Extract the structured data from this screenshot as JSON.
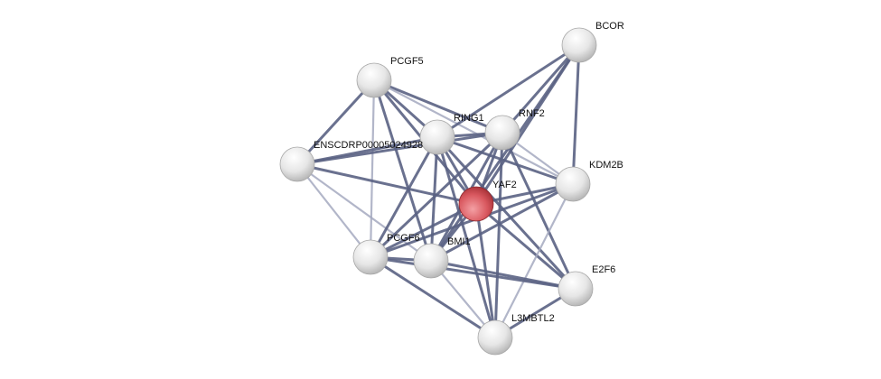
{
  "network": {
    "query_node": "YAF2",
    "colors": {
      "edge": "#5a6283",
      "edge_light": "#a4a9c0",
      "node": "#e8e8e8",
      "query_node": "#d9585f"
    },
    "nodes": [
      {
        "id": "BCOR",
        "label": "BCOR"
      },
      {
        "id": "PCGF5",
        "label": "PCGF5"
      },
      {
        "id": "RING1",
        "label": "RING1"
      },
      {
        "id": "RNF2",
        "label": "RNF2"
      },
      {
        "id": "ENS",
        "label": "ENSCDRP00005024928"
      },
      {
        "id": "KDM2B",
        "label": "KDM2B"
      },
      {
        "id": "YAF2",
        "label": "YAF2"
      },
      {
        "id": "PCGF6",
        "label": "PCGF6"
      },
      {
        "id": "BMI1",
        "label": "BMI1"
      },
      {
        "id": "E2F6",
        "label": "E2F6"
      },
      {
        "id": "L3MBTL2",
        "label": "L3MBTL2"
      }
    ],
    "edges": [
      [
        "PCGF5",
        "ENS",
        1
      ],
      [
        "PCGF5",
        "PCGF6",
        0
      ],
      [
        "PCGF5",
        "RING1",
        1
      ],
      [
        "PCGF5",
        "RNF2",
        1
      ],
      [
        "PCGF5",
        "YAF2",
        1
      ],
      [
        "PCGF5",
        "BMI1",
        1
      ],
      [
        "PCGF5",
        "KDM2B",
        0
      ],
      [
        "BCOR",
        "RING1",
        1
      ],
      [
        "BCOR",
        "RNF2",
        1
      ],
      [
        "BCOR",
        "YAF2",
        1
      ],
      [
        "BCOR",
        "KDM2B",
        1
      ],
      [
        "BCOR",
        "BMI1",
        1
      ],
      [
        "ENS",
        "RING1",
        1
      ],
      [
        "ENS",
        "RNF2",
        1
      ],
      [
        "ENS",
        "YAF2",
        1
      ],
      [
        "ENS",
        "PCGF6",
        0
      ],
      [
        "ENS",
        "BMI1",
        0
      ],
      [
        "RING1",
        "RNF2",
        1
      ],
      [
        "RING1",
        "YAF2",
        1
      ],
      [
        "RING1",
        "PCGF6",
        1
      ],
      [
        "RING1",
        "BMI1",
        1
      ],
      [
        "RING1",
        "KDM2B",
        1
      ],
      [
        "RING1",
        "E2F6",
        1
      ],
      [
        "RING1",
        "L3MBTL2",
        1
      ],
      [
        "RNF2",
        "YAF2",
        1
      ],
      [
        "RNF2",
        "PCGF6",
        1
      ],
      [
        "RNF2",
        "BMI1",
        1
      ],
      [
        "RNF2",
        "KDM2B",
        0
      ],
      [
        "RNF2",
        "E2F6",
        1
      ],
      [
        "RNF2",
        "L3MBTL2",
        1
      ],
      [
        "YAF2",
        "KDM2B",
        1
      ],
      [
        "YAF2",
        "PCGF6",
        1
      ],
      [
        "YAF2",
        "BMI1",
        1
      ],
      [
        "YAF2",
        "E2F6",
        1
      ],
      [
        "YAF2",
        "L3MBTL2",
        1
      ],
      [
        "KDM2B",
        "PCGF6",
        1
      ],
      [
        "KDM2B",
        "BMI1",
        1
      ],
      [
        "KDM2B",
        "L3MBTL2",
        0
      ],
      [
        "PCGF6",
        "BMI1",
        1
      ],
      [
        "PCGF6",
        "E2F6",
        1
      ],
      [
        "PCGF6",
        "L3MBTL2",
        1
      ],
      [
        "BMI1",
        "E2F6",
        1
      ],
      [
        "BMI1",
        "L3MBTL2",
        0
      ],
      [
        "E2F6",
        "L3MBTL2",
        1
      ]
    ]
  }
}
